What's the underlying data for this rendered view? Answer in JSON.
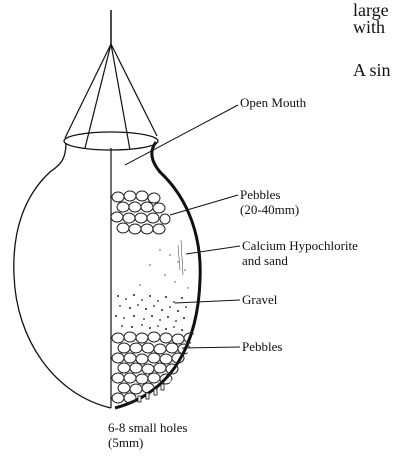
{
  "cropped_text": {
    "line_1": "large",
    "line_2": "with",
    "line_3": "A sin"
  },
  "labels": {
    "open_mouth": "Open Mouth",
    "pebbles_top_line1": "Pebbles",
    "pebbles_top_line2": "(20-40mm)",
    "calcium_line1": "Calcium Hypochlorite",
    "calcium_line2": "and sand",
    "gravel": "Gravel",
    "pebbles_bottom": "Pebbles",
    "holes_line1": "6-8 small holes",
    "holes_line2": "(5mm)"
  }
}
